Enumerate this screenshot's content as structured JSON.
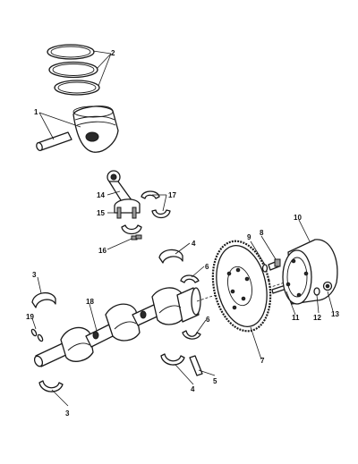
{
  "callouts": {
    "c1": "1",
    "c2": "2",
    "c3a": "3",
    "c3b": "3",
    "c4a": "4",
    "c4b": "4",
    "c5": "5",
    "c6a": "6",
    "c6b": "6",
    "c7": "7",
    "c8": "8",
    "c9": "9",
    "c10": "10",
    "c11": "11",
    "c12": "12",
    "c13": "13",
    "c14": "14",
    "c15": "15",
    "c16": "16",
    "c17": "17",
    "c18": "18",
    "c19": "19"
  }
}
